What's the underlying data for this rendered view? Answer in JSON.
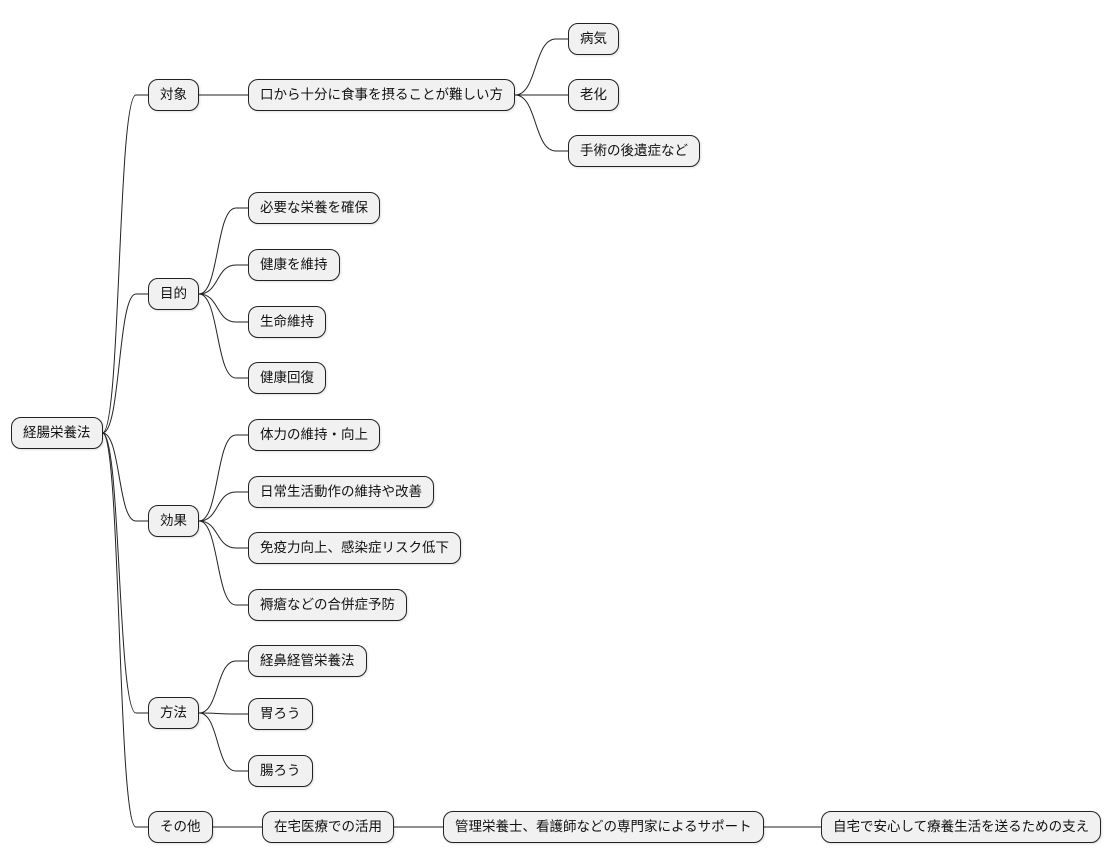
{
  "mindmap": {
    "root": "経腸栄養法",
    "branches": {
      "target": {
        "label": "対象",
        "child": "口から十分に食事を摂ることが難しい方",
        "causes": [
          "病気",
          "老化",
          "手術の後遺症など"
        ]
      },
      "purpose": {
        "label": "目的",
        "items": [
          "必要な栄養を確保",
          "健康を維持",
          "生命維持",
          "健康回復"
        ]
      },
      "effect": {
        "label": "効果",
        "items": [
          "体力の維持・向上",
          "日常生活動作の維持や改善",
          "免疫力向上、感染症リスク低下",
          "褥瘡などの合併症予防"
        ]
      },
      "method": {
        "label": "方法",
        "items": [
          "経鼻経管栄養法",
          "胃ろう",
          "腸ろう"
        ]
      },
      "other": {
        "label": "その他",
        "chain": [
          "在宅医療での活用",
          "管理栄養士、看護師などの専門家によるサポート",
          "自宅で安心して療養生活を送るための支え"
        ]
      }
    }
  }
}
